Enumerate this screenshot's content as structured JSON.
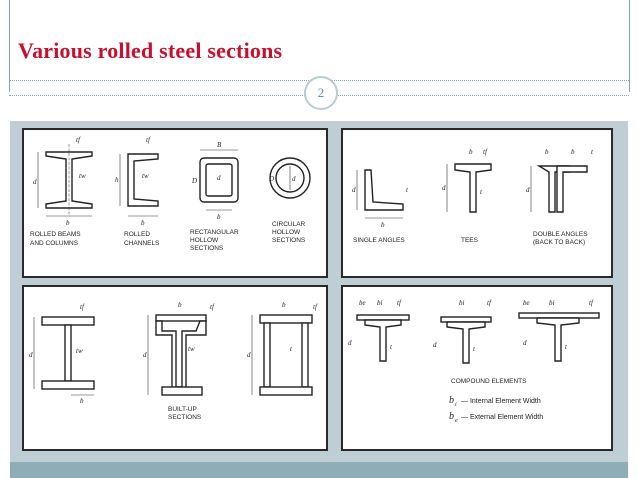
{
  "title": "Various rolled steel sections",
  "page_number": "2",
  "panels": {
    "p1": {
      "labels": {
        "beams": [
          "ROLLED BEAMS",
          "AND COLUMNS"
        ],
        "channels": [
          "ROLLED",
          "CHANNELS"
        ],
        "rect": [
          "RECTANGULAR",
          "HOLLOW",
          "SECTIONS"
        ],
        "circ": [
          "CIRCULAR",
          "HOLLOW",
          "SECTIONS"
        ]
      }
    },
    "p2": {
      "labels": {
        "single": "SINGLE ANGLES",
        "tees": "TEES",
        "double": [
          "DOUBLE ANGLES",
          "(BACK TO BACK)"
        ]
      }
    },
    "p3": {
      "labels": {
        "builtup": [
          "BUILT-UP",
          "SECTIONS"
        ]
      }
    },
    "p4": {
      "labels": {
        "compound": "COMPOUND ELEMENTS",
        "bi_text": "— Internal Element Width",
        "be_text": "— External Element Width",
        "bi_sym": "b",
        "bi_sub": "i",
        "be_sym": "b",
        "be_sub": "e"
      }
    },
    "dims": {
      "d": "d",
      "b": "b",
      "h": "h",
      "D": "D",
      "B": "B",
      "t": "t",
      "tf": "tf",
      "tw": "tw",
      "bi": "bi",
      "be": "be"
    }
  },
  "colors": {
    "title": "#c8102e",
    "background_panel": "#bfcdd4",
    "bottom_band": "#8fadb7",
    "rule": "#7fa6b3"
  }
}
